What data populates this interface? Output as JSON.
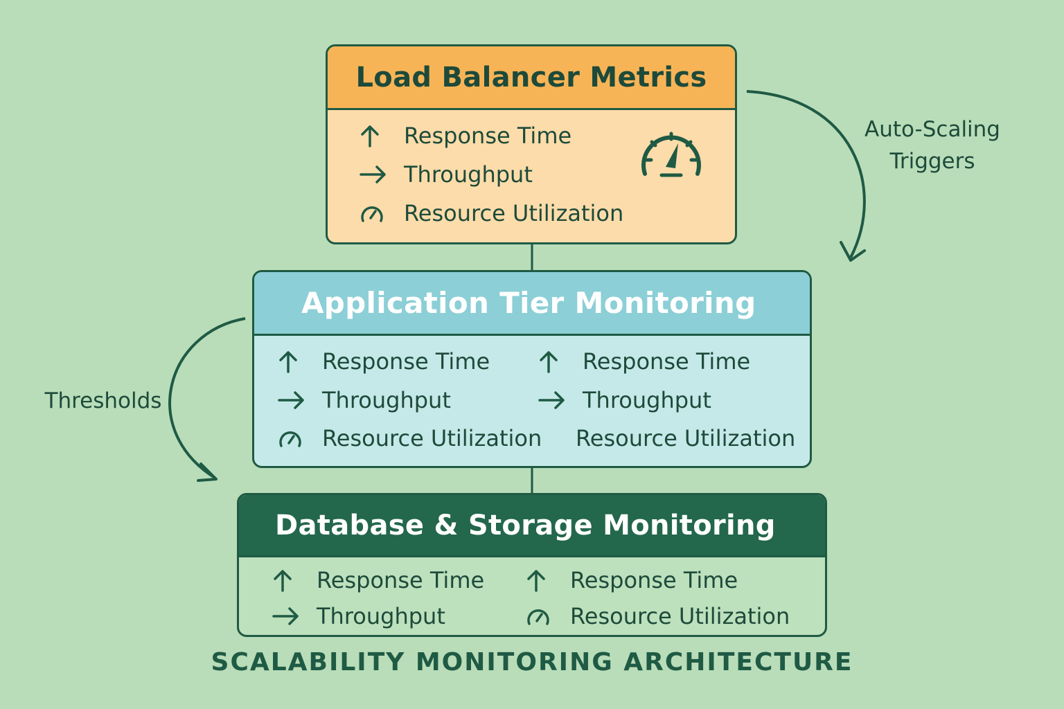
{
  "load_balancer": {
    "title": "Load Balancer Metrics",
    "metrics": [
      {
        "icon": "arrow-up-icon",
        "label": "Response Time"
      },
      {
        "icon": "arrow-right-icon",
        "label": "Throughput"
      },
      {
        "icon": "gauge-icon",
        "label": "Resource Utilization"
      }
    ],
    "badge_icon": "speedometer-icon"
  },
  "application_tier": {
    "title": "Application Tier Monitoring",
    "left_metrics": [
      {
        "icon": "arrow-up-icon",
        "label": "Response Time"
      },
      {
        "icon": "arrow-right-icon",
        "label": "Throughput"
      },
      {
        "icon": "gauge-icon",
        "label": "Resource Utilization"
      }
    ],
    "right_metrics": [
      {
        "icon": "arrow-up-icon",
        "label": "Response Time"
      },
      {
        "icon": "arrow-right-icon",
        "label": "Throughput"
      },
      {
        "icon": "",
        "label": "Resource Utilization"
      }
    ]
  },
  "database_storage": {
    "title": "Database & Storage Monitoring",
    "left_metrics": [
      {
        "icon": "arrow-up-icon",
        "label": "Response Time"
      },
      {
        "icon": "arrow-right-icon",
        "label": "Throughput"
      }
    ],
    "right_metrics": [
      {
        "icon": "arrow-up-icon",
        "label": "Response Time"
      },
      {
        "icon": "gauge-icon",
        "label": "Resource Utilization"
      }
    ]
  },
  "annotations": {
    "auto_scaling": [
      "Auto-Scaling",
      "Triggers"
    ],
    "thresholds": "Thresholds"
  },
  "footer": "SCALABILITY MONITORING ARCHITECTURE",
  "colors": {
    "background": "#b9ddb9",
    "ink": "#1f5a44",
    "load_balancer_header": "#f7b456",
    "load_balancer_body": "#fcdcaa",
    "application_header": "#8ccfd6",
    "application_body": "#c5e9e8",
    "database_header": "#23674c",
    "database_body": "#bde0bd"
  }
}
